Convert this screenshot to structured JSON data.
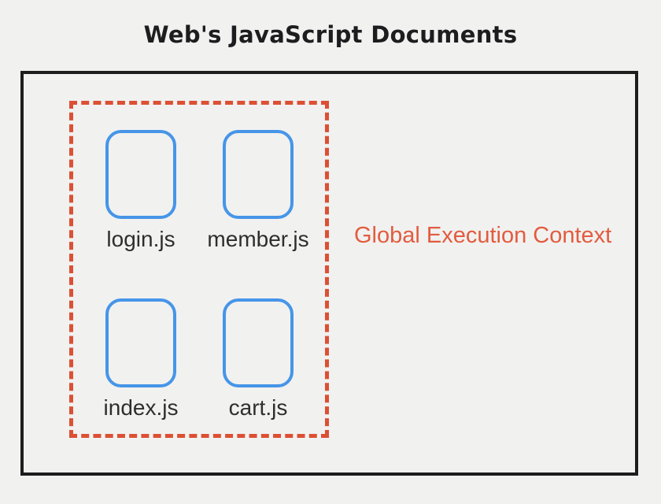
{
  "title": "Web's JavaScript Documents",
  "diagram": {
    "context_label": "Global Execution Context",
    "files": [
      {
        "label": "login.js"
      },
      {
        "label": "member.js"
      },
      {
        "label": "index.js"
      },
      {
        "label": "cart.js"
      }
    ],
    "colors": {
      "background": "#f1f1f0",
      "outer_border": "#1d1d1d",
      "dashed_border": "#dc5033",
      "file_box_border": "#4695e8",
      "context_label_text": "#e25c3e",
      "title_text": "#1d1d1f",
      "file_label_text": "#2e2e2e"
    }
  }
}
